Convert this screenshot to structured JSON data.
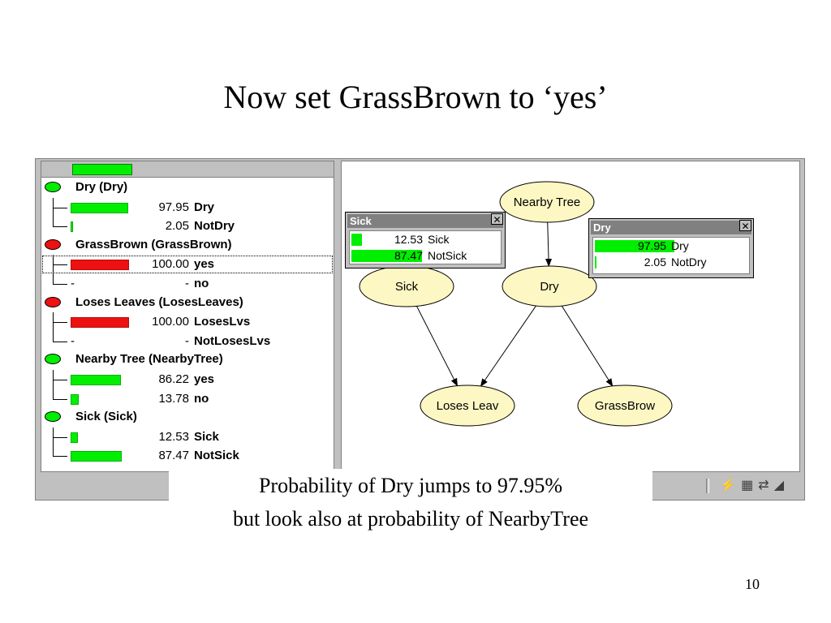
{
  "slide": {
    "title": "Now set GrassBrown to ‘yes’",
    "caption_line1": "Probability of Dry jumps to 97.95%",
    "caption_line2": "but look also at probability of NearbyTree",
    "page_number": "10"
  },
  "colors": {
    "green": "#00ee00",
    "red": "#ee1111",
    "node_fill": "#fdf7c3"
  },
  "tree": {
    "nodes": [
      {
        "label": "Dry  (Dry)",
        "dot": "green",
        "states": [
          {
            "value": "97.95",
            "name": "Dry",
            "fraction": 0.9795,
            "color": "green"
          },
          {
            "value": "2.05",
            "name": "NotDry",
            "fraction": 0.0205,
            "color": "green"
          }
        ]
      },
      {
        "label": "GrassBrown  (GrassBrown)",
        "dot": "red",
        "states": [
          {
            "value": "100.00",
            "name": "yes",
            "fraction": 1.0,
            "color": "red",
            "selected": true
          },
          {
            "value": "-",
            "name": "no",
            "fraction": 0,
            "color": "red",
            "dash": true
          }
        ]
      },
      {
        "label": "Loses Leaves  (LosesLeaves)",
        "dot": "red",
        "states": [
          {
            "value": "100.00",
            "name": "LosesLvs",
            "fraction": 1.0,
            "color": "red"
          },
          {
            "value": "-",
            "name": "NotLosesLvs",
            "fraction": 0,
            "color": "red",
            "dash": true
          }
        ]
      },
      {
        "label": "Nearby Tree  (NearbyTree)",
        "dot": "green",
        "states": [
          {
            "value": "86.22",
            "name": "yes",
            "fraction": 0.8622,
            "color": "green"
          },
          {
            "value": "13.78",
            "name": "no",
            "fraction": 0.1378,
            "color": "green"
          }
        ]
      },
      {
        "label": "Sick  (Sick)",
        "dot": "green",
        "states": [
          {
            "value": "12.53",
            "name": "Sick",
            "fraction": 0.1253,
            "color": "green"
          },
          {
            "value": "87.47",
            "name": "NotSick",
            "fraction": 0.8747,
            "color": "green"
          }
        ]
      }
    ]
  },
  "graph": {
    "nodes": [
      {
        "id": "nearby",
        "label": "Nearby Tree"
      },
      {
        "id": "sick",
        "label": "Sick"
      },
      {
        "id": "dry",
        "label": "Dry"
      },
      {
        "id": "loses",
        "label": "Loses Leav"
      },
      {
        "id": "grass",
        "label": "GrassBrow"
      }
    ],
    "edges": [
      [
        "nearby",
        "dry"
      ],
      [
        "sick",
        "loses"
      ],
      [
        "dry",
        "loses"
      ],
      [
        "dry",
        "grass"
      ]
    ]
  },
  "monitors": {
    "sick": {
      "title": "Sick",
      "close": "✕",
      "rows": [
        {
          "value": "12.53",
          "name": "Sick",
          "fraction": 0.1253
        },
        {
          "value": "87.47",
          "name": "NotSick",
          "fraction": 0.8747
        }
      ]
    },
    "dry": {
      "title": "Dry",
      "close": "✕",
      "rows": [
        {
          "value": "97.95",
          "name": "Dry",
          "fraction": 0.9795
        },
        {
          "value": "2.05",
          "name": "NotDry",
          "fraction": 0.0205
        }
      ]
    }
  },
  "status_bar": {
    "icons": [
      "lightning-icon",
      "grid-icon",
      "network-icon",
      "resize-grip-icon"
    ]
  }
}
